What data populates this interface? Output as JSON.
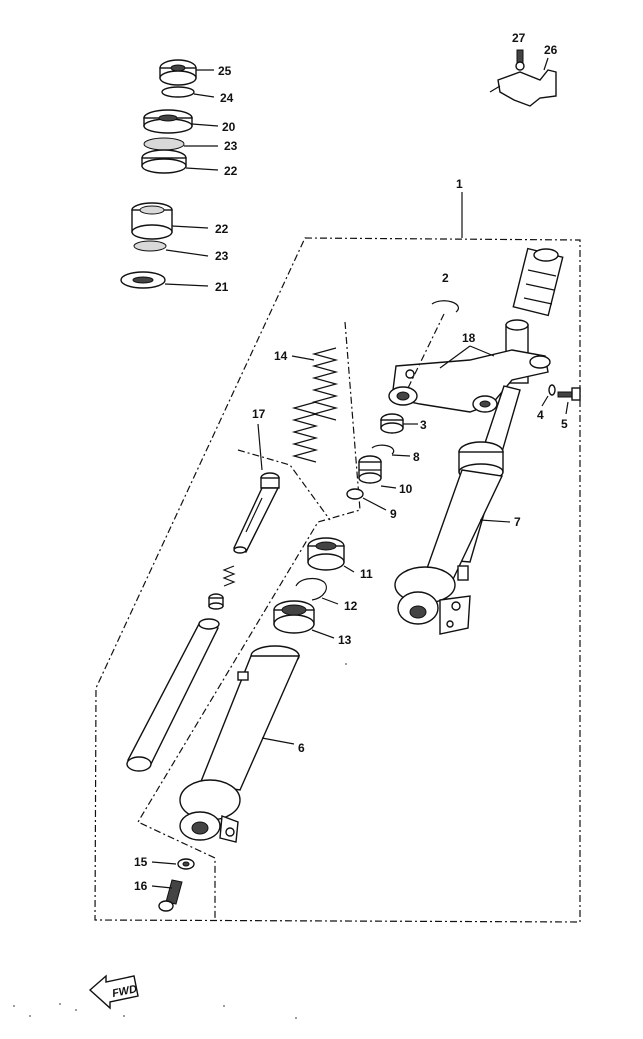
{
  "diagram": {
    "callouts": [
      {
        "id": "c1",
        "text": "1"
      },
      {
        "id": "c2",
        "text": "2"
      },
      {
        "id": "c3",
        "text": "3"
      },
      {
        "id": "c4",
        "text": "4"
      },
      {
        "id": "c5",
        "text": "5"
      },
      {
        "id": "c6",
        "text": "6"
      },
      {
        "id": "c7",
        "text": "7"
      },
      {
        "id": "c8",
        "text": "8"
      },
      {
        "id": "c9",
        "text": "9"
      },
      {
        "id": "c10",
        "text": "10"
      },
      {
        "id": "c11",
        "text": "11"
      },
      {
        "id": "c12",
        "text": "12"
      },
      {
        "id": "c13",
        "text": "13"
      },
      {
        "id": "c14",
        "text": "14"
      },
      {
        "id": "c15",
        "text": "15"
      },
      {
        "id": "c16",
        "text": "16"
      },
      {
        "id": "c17",
        "text": "17"
      },
      {
        "id": "c18",
        "text": "18"
      },
      {
        "id": "c20",
        "text": "20"
      },
      {
        "id": "c21",
        "text": "21"
      },
      {
        "id": "c22a",
        "text": "22"
      },
      {
        "id": "c22b",
        "text": "22"
      },
      {
        "id": "c23a",
        "text": "23"
      },
      {
        "id": "c23b",
        "text": "23"
      },
      {
        "id": "c24",
        "text": "24"
      },
      {
        "id": "c25",
        "text": "25"
      },
      {
        "id": "c26",
        "text": "26"
      },
      {
        "id": "c27",
        "text": "27"
      }
    ],
    "fwd_label": "FWD"
  }
}
